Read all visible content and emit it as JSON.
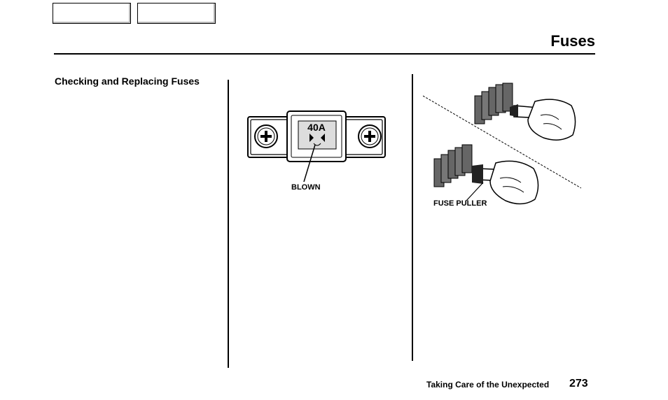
{
  "header": {
    "title": "Fuses"
  },
  "section": {
    "heading": "Checking and Replacing Fuses"
  },
  "figure_fuse": {
    "rating_text": "40A",
    "callout": "BLOWN"
  },
  "figure_puller": {
    "callout": "FUSE PULLER"
  },
  "footer": {
    "chapter": "Taking Care of the Unexpected",
    "page_number": "273"
  }
}
